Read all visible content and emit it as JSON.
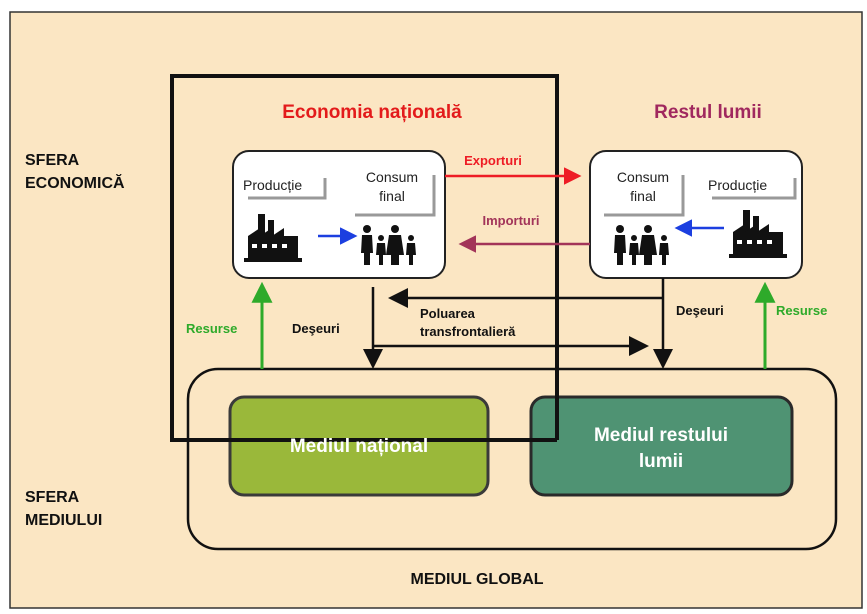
{
  "diagram": {
    "sphere_economic": [
      "SFERA",
      "ECONOMICĂ"
    ],
    "sphere_environment": [
      "SFERA",
      "MEDIULUI"
    ],
    "national_economy": "Economia națională",
    "rest_of_world": "Restul lumii",
    "production_label": "Producție",
    "consumption_label": [
      "Consum",
      "final"
    ],
    "exports": "Exporturi",
    "imports": "Importuri",
    "resources": "Resurse",
    "waste": "Deşeuri",
    "pollution": [
      "Poluarea",
      "transfrontalieră"
    ],
    "national_env": "Mediul național",
    "rest_env": [
      "Mediul restului",
      "lumii"
    ],
    "global_env": "MEDIUL GLOBAL",
    "colors": {
      "background": "#fbe6c3",
      "national_title": "#e31b1b",
      "rest_title": "#a0285e",
      "exports": "#ee1c25",
      "imports": "#a23459",
      "resources": "#2eaa2a",
      "national_env_fill": "#9ab83a",
      "rest_env_fill": "#4f9373"
    },
    "icons": [
      "factory-icon",
      "family-icon",
      "arrow-icon"
    ]
  }
}
